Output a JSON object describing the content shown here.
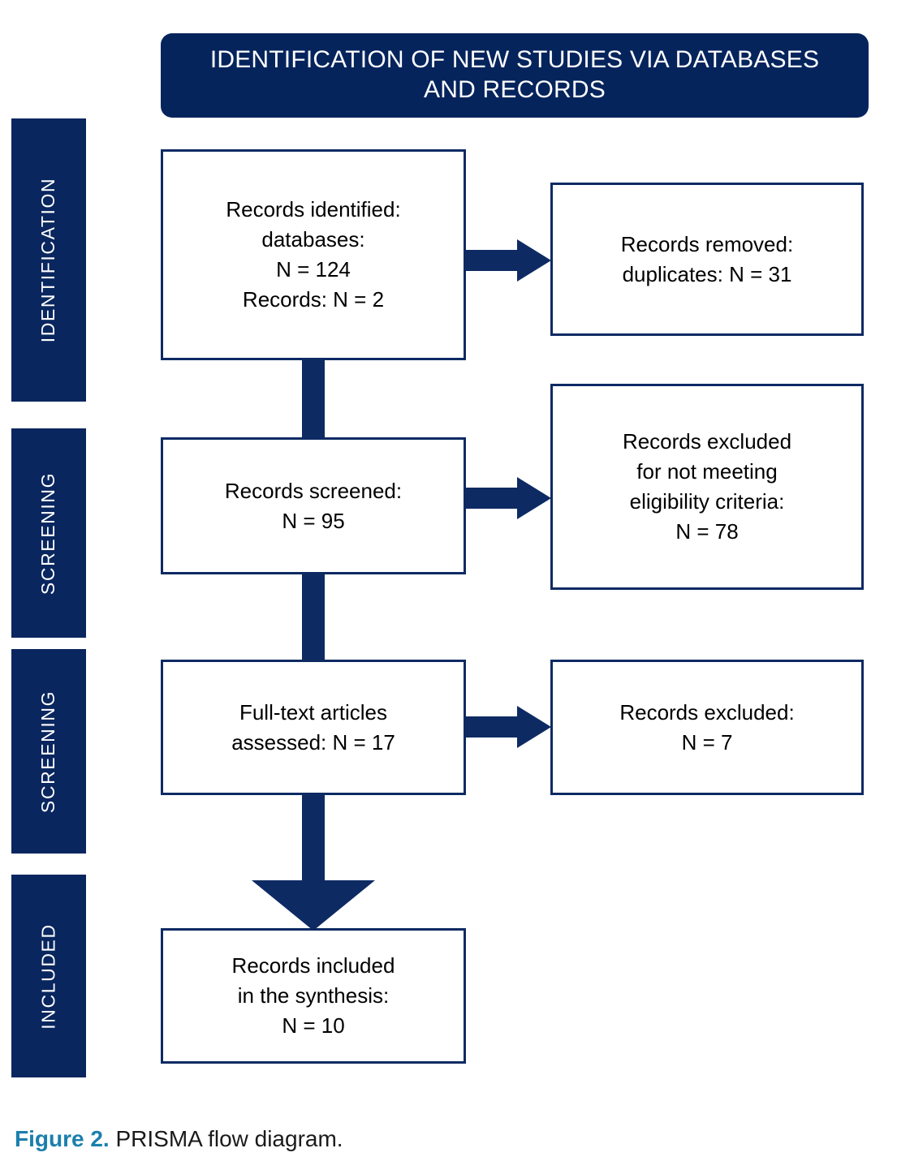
{
  "header": {
    "title": "IDENTIFICATION OF NEW STUDIES VIA DATABASES AND RECORDS"
  },
  "stages": [
    {
      "label": "IDENTIFICATION"
    },
    {
      "label": "SCREENING"
    },
    {
      "label": "SCREENING"
    },
    {
      "label": "INCLUDED"
    }
  ],
  "boxes": {
    "identified": "Records identified:\ndatabases:\nN = 124\nRecords: N = 2",
    "removed": "Records removed:\nduplicates: N = 31",
    "screened": "Records screened:\nN = 95",
    "excluded_eligibility": "Records excluded\nfor not meeting\neligibility criteria:\nN = 78",
    "fulltext": "Full-text articles\nassessed: N = 17",
    "excluded_records": "Records excluded:\nN = 7",
    "included": "Records included\nin the synthesis:\nN = 10"
  },
  "caption": {
    "label": "Figure 2.",
    "text": " PRISMA flow diagram."
  },
  "colors": {
    "navy": "#0d2a63",
    "banner_navy": "#06245c",
    "band_navy": "#09265f",
    "caption_accent": "#1b7fad",
    "box_fill": "#ffffff",
    "page_background": "#ffffff"
  },
  "chart_data": {
    "type": "diagram",
    "title": "IDENTIFICATION OF NEW STUDIES VIA DATABASES AND RECORDS",
    "nodes": [
      {
        "id": "identified",
        "stage": "IDENTIFICATION",
        "label": "Records identified: databases: N = 124 Records: N = 2",
        "values": {
          "databases": 124,
          "records": 2
        }
      },
      {
        "id": "removed",
        "stage": "IDENTIFICATION",
        "label": "Records removed: duplicates: N = 31",
        "values": {
          "duplicates": 31
        }
      },
      {
        "id": "screened",
        "stage": "SCREENING",
        "label": "Records screened: N = 95",
        "values": {
          "N": 95
        }
      },
      {
        "id": "excluded_eligibility",
        "stage": "SCREENING",
        "label": "Records excluded for not meeting eligibility criteria: N = 78",
        "values": {
          "N": 78
        }
      },
      {
        "id": "fulltext",
        "stage": "SCREENING",
        "label": "Full-text articles assessed: N = 17",
        "values": {
          "N": 17
        }
      },
      {
        "id": "excluded_records",
        "stage": "SCREENING",
        "label": "Records excluded: N = 7",
        "values": {
          "N": 7
        }
      },
      {
        "id": "included",
        "stage": "INCLUDED",
        "label": "Records included in the synthesis: N = 10",
        "values": {
          "N": 10
        }
      }
    ],
    "edges": [
      {
        "from": "identified",
        "to": "removed",
        "kind": "arrow-right"
      },
      {
        "from": "identified",
        "to": "screened",
        "kind": "bar-down"
      },
      {
        "from": "screened",
        "to": "excluded_eligibility",
        "kind": "arrow-right"
      },
      {
        "from": "screened",
        "to": "fulltext",
        "kind": "bar-down"
      },
      {
        "from": "fulltext",
        "to": "excluded_records",
        "kind": "arrow-right"
      },
      {
        "from": "fulltext",
        "to": "included",
        "kind": "arrow-down"
      }
    ]
  }
}
